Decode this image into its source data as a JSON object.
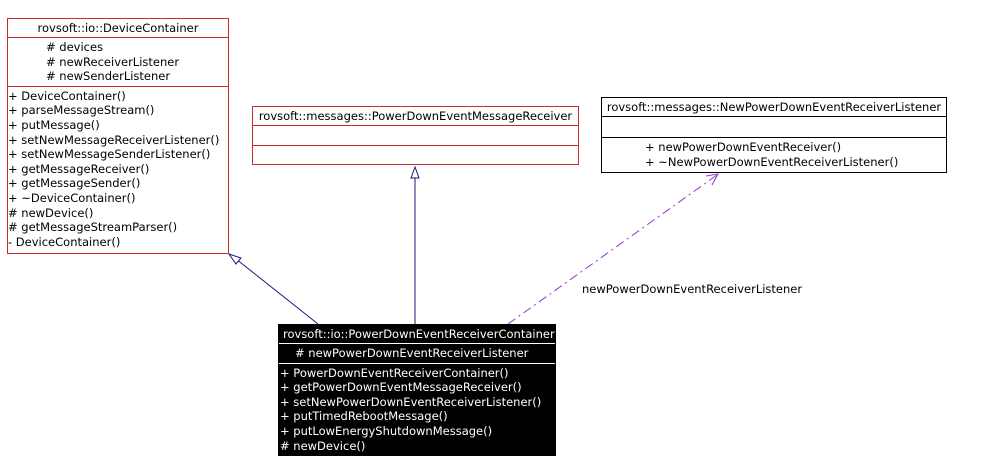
{
  "classes": {
    "device_container": {
      "name": "rovsoft::io::DeviceContainer",
      "attributes": [
        "# devices",
        "# newReceiverListener",
        "# newSenderListener"
      ],
      "operations": [
        "+ DeviceContainer()",
        "+ parseMessageStream()",
        "+ putMessage()",
        "+ setNewMessageReceiverListener()",
        "+ setNewMessageSenderListener()",
        "+ getMessageReceiver()",
        "+ getMessageSender()",
        "+ ~DeviceContainer()",
        "# newDevice()",
        "# getMessageStreamParser()",
        "- DeviceContainer()"
      ]
    },
    "message_receiver": {
      "name": "rovsoft::messages::PowerDownEventMessageReceiver",
      "attributes": [],
      "operations": []
    },
    "receiver_listener": {
      "name": "rovsoft::messages::NewPowerDownEventReceiverListener",
      "attributes": [],
      "operations": [
        "+ newPowerDownEventReceiver()",
        "+ ~NewPowerDownEventReceiverListener()"
      ]
    },
    "receiver_container": {
      "name": "rovsoft::io::PowerDownEventReceiverContainer",
      "attributes": [
        "# newPowerDownEventReceiverListener"
      ],
      "operations": [
        "+ PowerDownEventReceiverContainer()",
        "+ getPowerDownEventMessageReceiver()",
        "+ setNewPowerDownEventReceiverListener()",
        "+ putTimedRebootMessage()",
        "+ putLowEnergyShutdownMessage()",
        "# newDevice()"
      ]
    }
  },
  "association_label": "newPowerDownEventReceiverListener",
  "colors": {
    "class_border": "#cc2a2a",
    "inheritance_edge": "#1a1a7a",
    "association_edge": "#9933cc",
    "focus_fill": "#000000"
  }
}
